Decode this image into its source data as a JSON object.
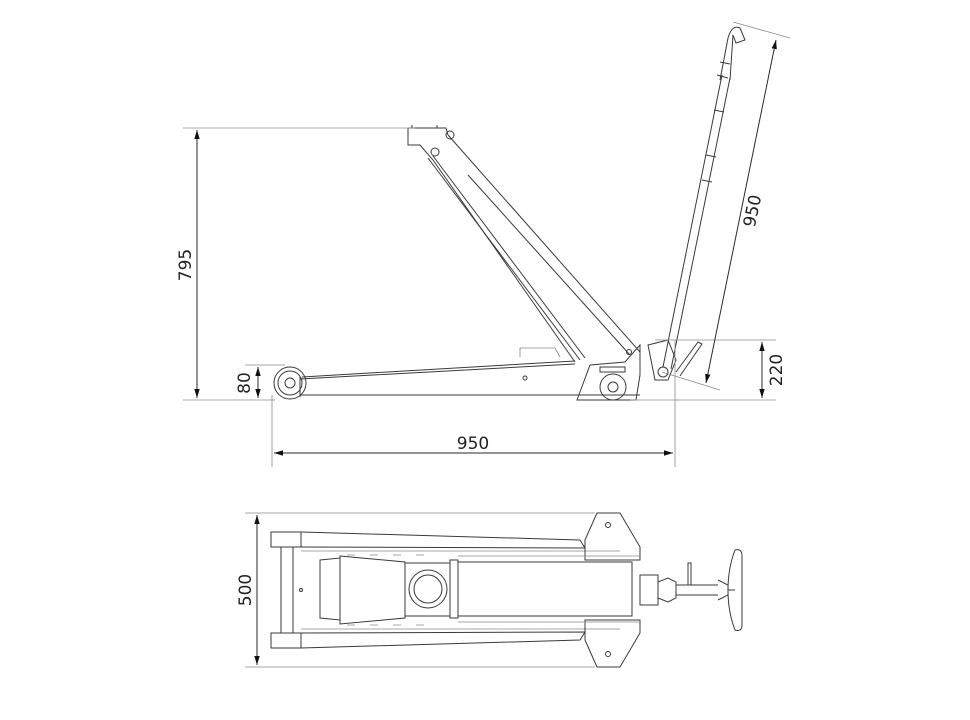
{
  "side_view": {
    "dimensions": {
      "max_height": "795",
      "min_height": "80",
      "length": "950",
      "handle_length": "950",
      "handle_pivot_height": "220"
    }
  },
  "top_view": {
    "dimensions": {
      "width": "500"
    }
  },
  "colors": {
    "line": "#3a3a3a",
    "background": "#ffffff"
  }
}
